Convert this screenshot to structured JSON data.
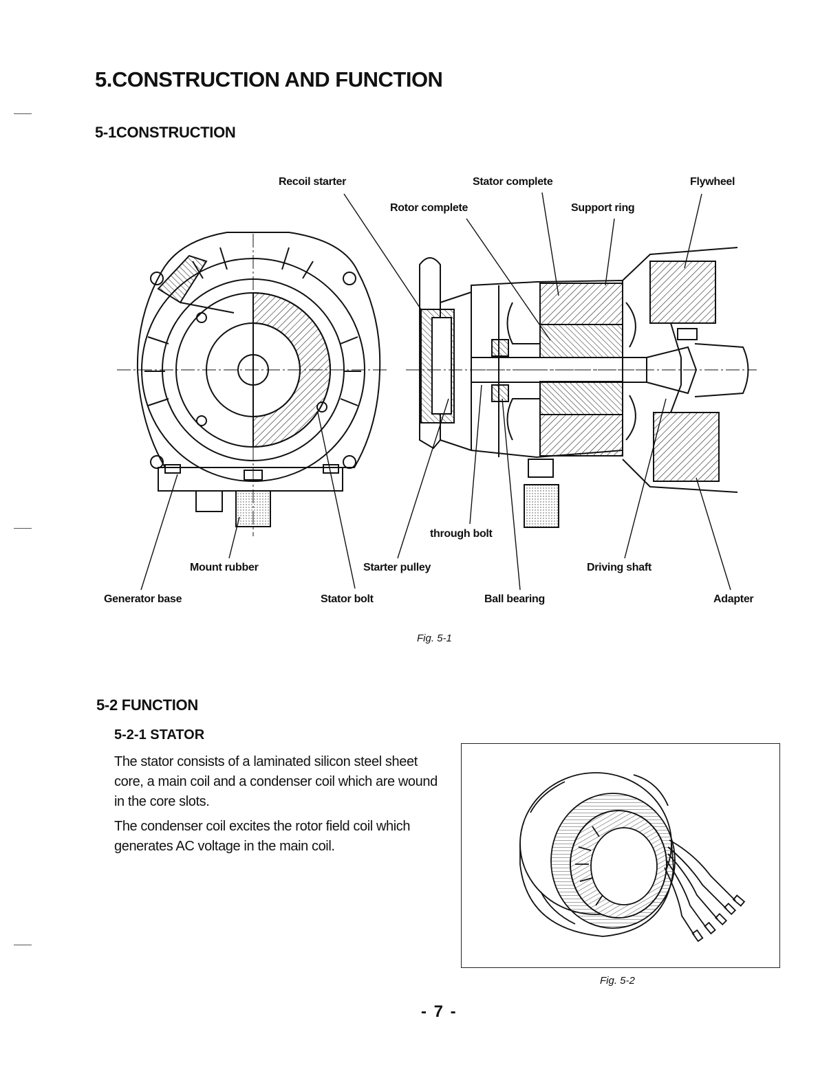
{
  "page": {
    "title": "5.CONSTRUCTION AND FUNCTION",
    "page_number": "- 7 -"
  },
  "construction": {
    "heading": "5-1CONSTRUCTION",
    "figure_caption": "Fig. 5-1",
    "labels": {
      "recoil_starter": "Recoil starter",
      "stator_complete": "Stator complete",
      "flywheel": "Flywheel",
      "rotor_complete": "Rotor complete",
      "support_ring": "Support ring",
      "through_bolt": "through bolt",
      "mount_rubber": "Mount rubber",
      "starter_pulley": "Starter pulley",
      "driving_shaft": "Driving shaft",
      "generator_base": "Generator base",
      "stator_bolt": "Stator bolt",
      "ball_bearing": "Ball bearing",
      "adapter": "Adapter"
    }
  },
  "function": {
    "heading": "5-2 FUNCTION",
    "stator": {
      "heading": "5-2-1 STATOR",
      "paragraph_1": "The stator consists of a laminated silicon steel sheet core, a main coil and a condenser coil which are wound in the core slots.",
      "paragraph_2": "The condenser coil excites the rotor field coil which generates AC voltage in the main coil.",
      "figure_caption": "Fig. 5-2"
    }
  }
}
